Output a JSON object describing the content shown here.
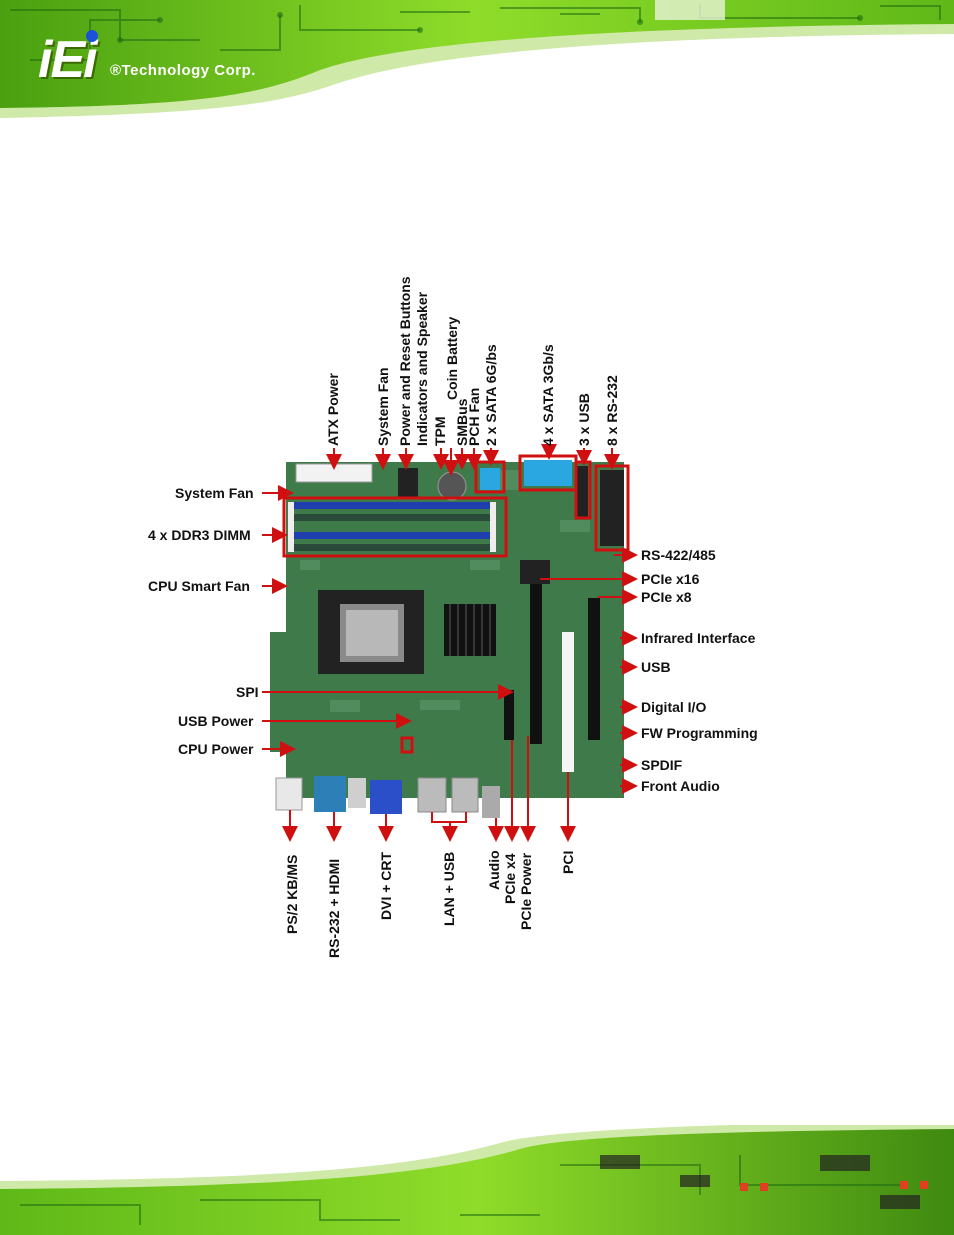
{
  "header": {
    "logo_mark": "iEi",
    "company": "®Technology Corp."
  },
  "colors": {
    "pcb_green": "#3f7a4a",
    "banner_green": "#7ed321",
    "callout_red": "#d01010",
    "dimm_blue": "#1f3fae",
    "sata_blue": "#2aa6e0"
  },
  "labels": {
    "left": [
      "System Fan",
      "4 x DDR3 DIMM",
      "CPU Smart Fan",
      "SPI",
      "USB Power",
      "CPU Power"
    ],
    "right": [
      "RS-422/485",
      "PCIe x16",
      "PCIe x8",
      "Infrared Interface",
      "USB",
      "Digital I/O",
      "FW Programming",
      "SPDIF",
      "Front Audio"
    ],
    "top": [
      "ATX Power",
      "System Fan",
      "Power and Reset Buttons",
      "Indicators and Speaker",
      "TPM",
      "Coin Battery",
      "SMBus",
      "PCH Fan",
      "2 x SATA 6G/bs",
      "4 x SATA 3Gb/s",
      "3 x USB",
      "8 x RS-232"
    ],
    "bottom": [
      "PS/2 KB/MS",
      "RS-232 + HDMI",
      "DVI + CRT",
      "LAN + USB",
      "Audio",
      "PCIe x4",
      "PCIe Power",
      "PCI"
    ]
  }
}
